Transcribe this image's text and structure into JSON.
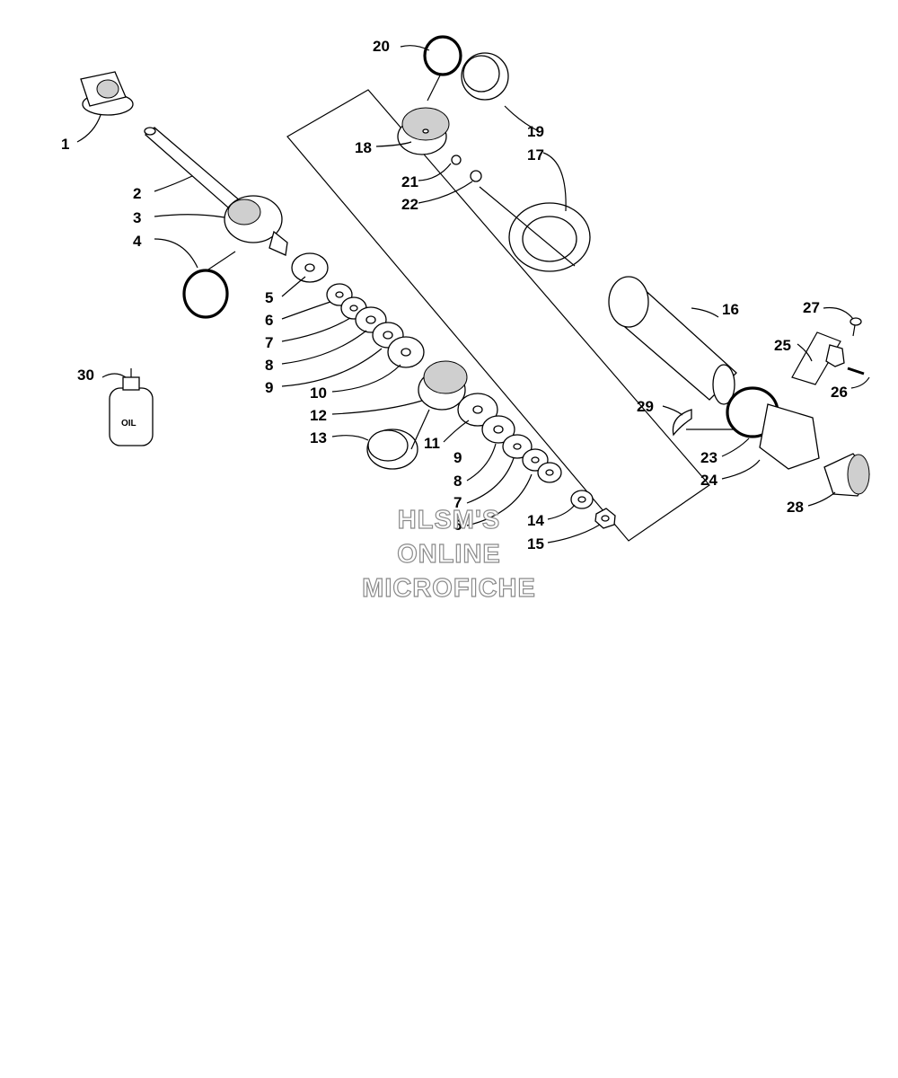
{
  "callouts": [
    "1",
    "2",
    "3",
    "4",
    "5",
    "6",
    "7",
    "8",
    "9",
    "10",
    "11",
    "12",
    "13",
    "14",
    "15",
    "16",
    "17",
    "18",
    "19",
    "20",
    "21",
    "22",
    "23",
    "24",
    "25",
    "26",
    "27",
    "28",
    "29",
    "30"
  ],
  "callouts_extra": [
    "9",
    "8",
    "7",
    "6"
  ],
  "oil_bottle_label": "OIL",
  "watermark": {
    "line1": "HLSM'S",
    "line2": "ONLINE",
    "line3": "MICROFICHE"
  },
  "colors": {
    "ink": "#000000",
    "watermark_outline": "#8a8a8a",
    "background": "#ffffff"
  }
}
